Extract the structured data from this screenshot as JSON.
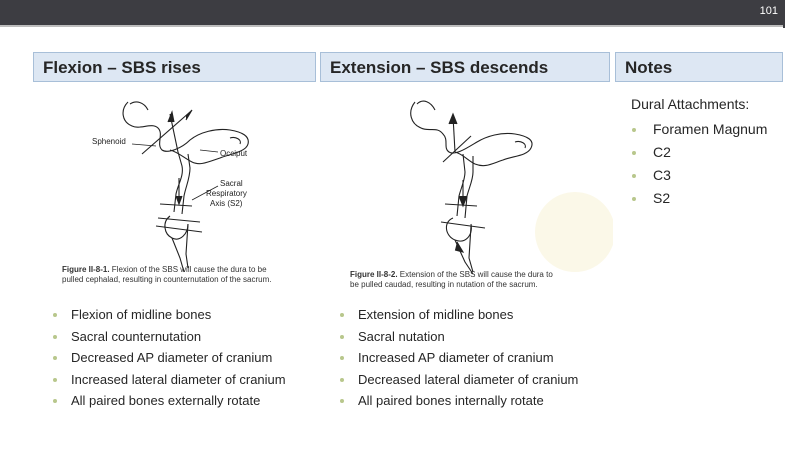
{
  "slide": {
    "number": "101"
  },
  "columns": {
    "flexion": {
      "header": "Flexion – SBS rises",
      "figure": {
        "labels": {
          "sphenoid": "Sphenoid",
          "occiput": "Occiput",
          "axis_line1": "Sacral",
          "axis_line2": "Respiratory",
          "axis_line3": "Axis (S2)"
        },
        "caption_id": "Figure II-8-1.",
        "caption_line1": "Flexion of the SBS will cause the dura to be",
        "caption_line2": "pulled cephalad, resulting in counternutation of the sacrum."
      },
      "bullets": [
        "Flexion of midline bones",
        "Sacral counternutation",
        "Decreased AP diameter of cranium",
        "Increased lateral  diameter of cranium",
        "All paired bones externally rotate"
      ]
    },
    "extension": {
      "header": "Extension – SBS descends",
      "figure": {
        "caption_id": "Figure II-8-2.",
        "caption_line1": "Extension of the SBS will cause the dura to",
        "caption_line2": "be pulled caudad, resulting in nutation of the sacrum."
      },
      "bullets": [
        "Extension of midline bones",
        "Sacral nutation",
        "Increased AP diameter of cranium",
        "Decreased lateral  diameter of cranium",
        "All paired bones internally rotate"
      ]
    },
    "notes": {
      "header": "Notes",
      "title": "Dural Attachments:",
      "items": [
        "Foramen Magnum",
        "C2",
        "C3",
        "S2"
      ]
    }
  }
}
